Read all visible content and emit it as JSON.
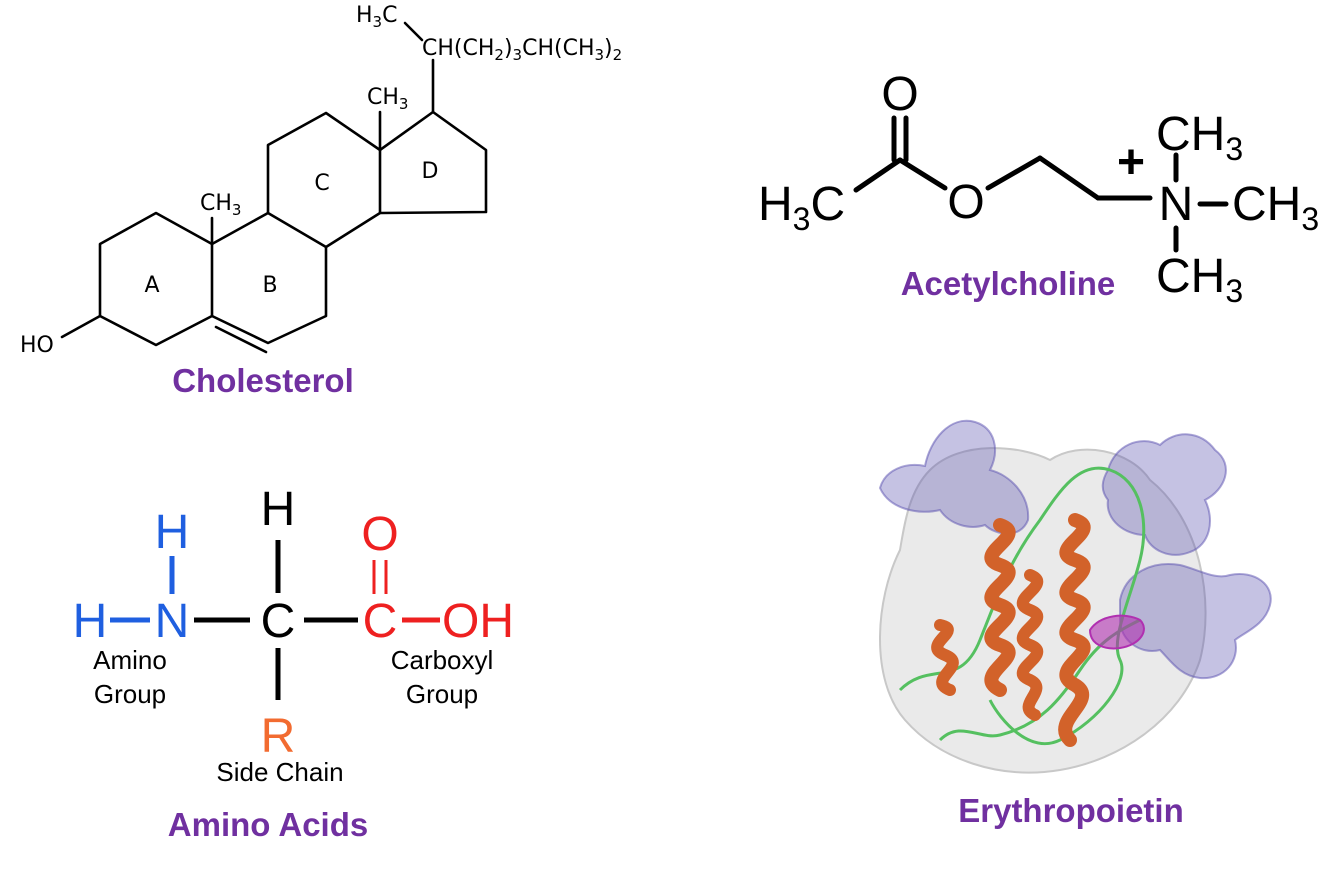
{
  "captions": {
    "cholesterol": "Cholesterol",
    "acetylcholine": "Acetylcholine",
    "amino_acids": "Amino Acids",
    "erythropoietin": "Erythropoietin"
  },
  "cholesterol": {
    "ring_a": "A",
    "ring_b": "B",
    "ring_c": "C",
    "ring_d": "D",
    "ho": "HO",
    "ch3_b": "CH",
    "ch3_c": "CH",
    "sub3": "3",
    "h3c_top": "H",
    "h3c_top_c": "C",
    "chain_ch": "CH(CH",
    "chain_2a": "2",
    "chain_mid": ")",
    "chain_3a": "3",
    "chain_ch2": "CH(CH",
    "chain_3b": "3",
    "chain_end": ")",
    "chain_2b": "2"
  },
  "acetylcholine": {
    "o_top": "O",
    "o_ester": "O",
    "h3c": "H",
    "h3c_c": "C",
    "n": "N",
    "plus": "+",
    "ch3": "CH",
    "sub3": "3"
  },
  "amino_acid": {
    "h_top_n": "H",
    "h_left": "H",
    "n": "N",
    "c_alpha": "C",
    "h_top_c": "H",
    "o_top": "O",
    "c_carboxyl": "C",
    "oh": "OH",
    "r": "R",
    "amino_label_1": "Amino",
    "amino_label_2": "Group",
    "carboxyl_label_1": "Carboxyl",
    "carboxyl_label_2": "Group",
    "side_chain_label": "Side Chain"
  },
  "colors": {
    "caption": "#7030a0",
    "amino_blue": "#1f5fe0",
    "carboxyl_red": "#ee2020",
    "side_chain_orange": "#f26b30",
    "helix_orange": "#d2622a",
    "glycan_purple": "#5a4fb0",
    "surface_gray": "#d9d9d9",
    "loop_green": "#55c060",
    "ligand_magenta": "#b030b0"
  },
  "icons": {
    "erythropoietin_image": "protein-ribbon-structure"
  }
}
